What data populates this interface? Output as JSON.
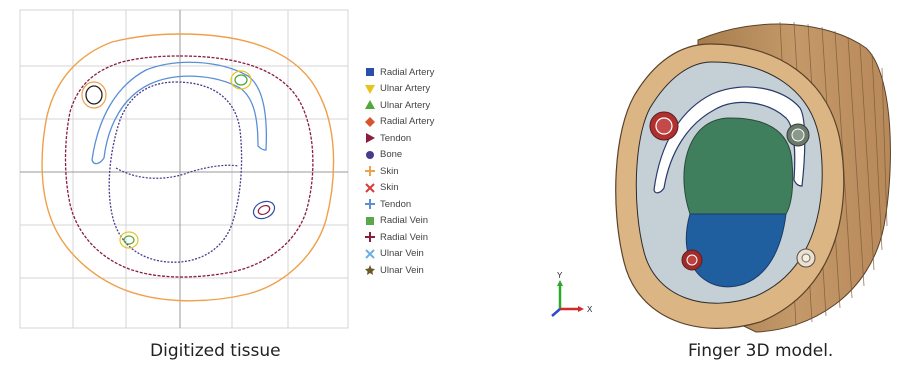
{
  "left_panel": {
    "caption": "Digitized tissue",
    "legend": [
      {
        "label": "Radial Artery",
        "color": "#2a4fa8",
        "marker": "square"
      },
      {
        "label": "Ulnar Artery",
        "color": "#e6c41c",
        "marker": "triangle-down"
      },
      {
        "label": "Ulnar Artery",
        "color": "#52a83b",
        "marker": "triangle"
      },
      {
        "label": "Radial Artery",
        "color": "#d9542e",
        "marker": "diamond"
      },
      {
        "label": "Tendon",
        "color": "#8a1e3c",
        "marker": "triangle-right"
      },
      {
        "label": "Bone",
        "color": "#4a3a8c",
        "marker": "circle"
      },
      {
        "label": "Skin",
        "color": "#f0a04a",
        "marker": "plus"
      },
      {
        "label": "Skin",
        "color": "#d93a3a",
        "marker": "x"
      },
      {
        "label": "Tendon",
        "color": "#5a8fd6",
        "marker": "plus"
      },
      {
        "label": "Radial Vein",
        "color": "#5aa84a",
        "marker": "square"
      },
      {
        "label": "Radial Vein",
        "color": "#8a1e3c",
        "marker": "plus"
      },
      {
        "label": "Ulnar Vein",
        "color": "#6ab0e0",
        "marker": "x"
      },
      {
        "label": "Ulnar Vein",
        "color": "#6a5a2a",
        "marker": "star"
      }
    ]
  },
  "right_panel": {
    "caption": "Finger 3D model.",
    "axes": {
      "y_label": "Y",
      "x_label": "X"
    }
  }
}
